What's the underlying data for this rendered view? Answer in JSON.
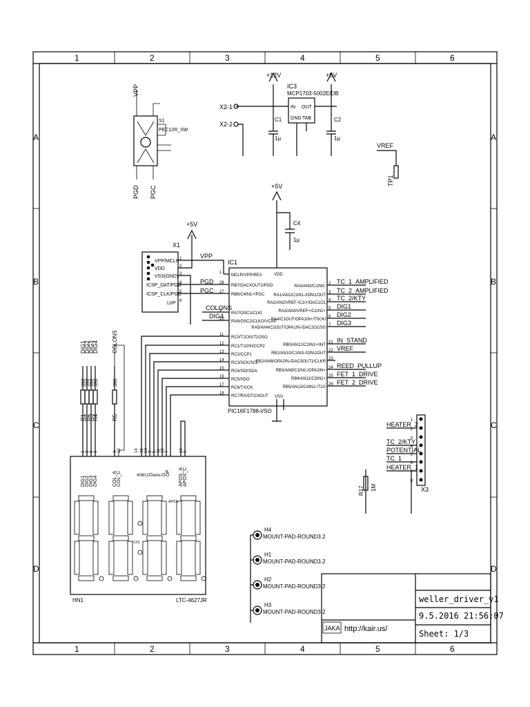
{
  "frame": {
    "col_labels": [
      "1",
      "2",
      "3",
      "4",
      "5",
      "6"
    ],
    "row_labels": [
      "A",
      "B",
      "C",
      "D"
    ]
  },
  "title_block": {
    "title": "weller_driver_v1",
    "datetime": "9.5.2016 21:56:07",
    "sheet": "Sheet: 1/3",
    "author": "JAKA",
    "url": "http://kair.us/"
  },
  "s1": {
    "ref": "S1",
    "value": "PEC12R_SW",
    "vpp": "VPP",
    "pgd": "PGD",
    "pgc": "PGC"
  },
  "ic3": {
    "ref": "IC3",
    "part": "MCP1703-5002E/DB",
    "pin_in": "IN",
    "pin_out": "OUT",
    "pin_gnd": "GND",
    "pin_tab": "TAB",
    "v_in": "+12V",
    "v_out": "+5V",
    "x2_1": "X2-1",
    "x2_2": "X2-2",
    "c1": "C1",
    "c1v": "1µ",
    "c2": "C2",
    "c2v": "1µ"
  },
  "tp1": {
    "ref": "TP1",
    "net": "VREF"
  },
  "c4": {
    "ref": "C4",
    "value": "1µ",
    "supply": "+5V"
  },
  "x1": {
    "ref": "X1",
    "supply": "+5V",
    "pins": [
      "VPP/MCLR",
      "VDD",
      "VSS(GND)",
      "ICSP_DAT/PGD",
      "ICSP_CLK/PGC",
      "LVP"
    ],
    "pin_nums": [
      "1",
      "2",
      "3",
      "4",
      "5",
      "6"
    ],
    "nets": [
      "VPP",
      "PGD",
      "PGC"
    ]
  },
  "ic1": {
    "ref": "IC1",
    "part": "PIC16F1788-I/SO",
    "vdd": "VDD",
    "vss": "VSS",
    "left_pins": [
      {
        "num": "1",
        "name": "MCLR/VPP/RE3"
      },
      {
        "num": "28",
        "name": "RB7/DACXOUT2/PGD"
      },
      {
        "num": "27",
        "name": "RB6/C4IN1+/PGC"
      },
      {
        "num": "9",
        "name": "RA7/OSC1/CLKI"
      },
      {
        "num": "10",
        "name": "RA6/OSC2/CLKO/VCAP"
      },
      {
        "num": "11",
        "name": "RC0/T1CKI/T1OSO"
      },
      {
        "num": "12",
        "name": "RC1/T1OSI/CCP2"
      },
      {
        "num": "13",
        "name": "RC2/CCP1"
      },
      {
        "num": "14",
        "name": "RC3/SCK/SCL"
      },
      {
        "num": "15",
        "name": "RC4/SDI/SDA"
      },
      {
        "num": "16",
        "name": "RC5/SDO"
      },
      {
        "num": "17",
        "name": "RC6/TX/CK"
      },
      {
        "num": "18",
        "name": "RC7/RX/DT/C4OUT"
      }
    ],
    "right_pins": [
      {
        "num": "2",
        "name": "RA0/AN0/C1IN0-",
        "net": "TC_1_AMPLIFIED"
      },
      {
        "num": "3",
        "name": "RA1/AN1/C1IN1-/OPA1OUT",
        "net": "TC_2_AMPLIFIED"
      },
      {
        "num": "4",
        "name": "RA2/AN2/VREF-/C1I+/DAC1O1",
        "net": "TC_2/KTY"
      },
      {
        "num": "5",
        "name": "RA3/AN3/VREF+/C1IN1+",
        "net": "DIG1"
      },
      {
        "num": "6",
        "name": "RA4/C1OUT/OPA1IN+/T0CKI",
        "net": "DIG2"
      },
      {
        "num": "7",
        "name": "RA5/AN4/C2OUT/OPA1IN-/DAC2O1/SS",
        "net": "DIG3"
      },
      {
        "num": "21",
        "name": "RB0/AN12/C2IN1+/INT",
        "net": "IN_STAND"
      },
      {
        "num": "22",
        "name": "RB1/AN10/C1IN3-/OPA2OUT",
        "net": "VREF"
      },
      {
        "num": "23",
        "name": "RB2/AN8/OPA2IN-/DAC3OUT1/CLKR",
        "net": ""
      },
      {
        "num": "24",
        "name": "RB3/AN9/C1IN2-/OPA2IN+",
        "net": "REED_PULLUP"
      },
      {
        "num": "25",
        "name": "RB4/AN11/C3IN1+",
        "net": "FET_1_DRIVE"
      },
      {
        "num": "26",
        "name": "RB5/AN13/C4IN2-/T1G",
        "net": "FET_2_DRIVE"
      }
    ],
    "nets_left": [
      "VPP",
      "PGD",
      "PGC",
      "COLONS",
      "DIG4"
    ],
    "pin_vdd": "8",
    "pin_vss_a": "8",
    "pin_vss_b": "19"
  },
  "resistors": {
    "names": [
      "R1",
      "R2",
      "R3",
      "R4"
    ],
    "values": [
      "390",
      "390",
      "390",
      "390"
    ],
    "nets": [
      "DIG1",
      "DIG2",
      "DIG3",
      "DIG4"
    ],
    "r5": "R5",
    "r5v": "390",
    "r5net": "COLONS"
  },
  "display": {
    "ref": "HN1",
    "part": "LTC-4627JR",
    "digit_pins": [
      "DIG1",
      "DIG2",
      "DIG3",
      "DIG4"
    ],
    "col_pins": [
      "COL_A",
      "COL_C"
    ],
    "seg_pins": [
      "A",
      "B",
      "C",
      "D",
      "E",
      "F",
      "G",
      "DP"
    ],
    "apos_pins": [
      "APOS_A",
      "APOS_C"
    ],
    "pin_nums": [
      "1",
      "2",
      "6",
      "8",
      "4",
      "12",
      "14",
      "16",
      "13",
      "3",
      "5",
      "11",
      "15",
      "7",
      "10",
      "9"
    ],
    "col_text": "COL",
    "apos_text": "APOS"
  },
  "x3": {
    "ref": "X3",
    "nets": [
      "HEATER_2",
      "TC_2/KTY",
      "POTENTIAL",
      "TC_1",
      "HEATER_1"
    ],
    "pins": [
      "1",
      "2",
      "3",
      "4",
      "5",
      "6",
      "7",
      "8"
    ],
    "r17": "R17",
    "r17v": "1M"
  },
  "mount": [
    {
      "ref": "H4",
      "part": "MOUNT-PAD-ROUND3.2"
    },
    {
      "ref": "H1",
      "part": "MOUNT-PAD-ROUND3.2"
    },
    {
      "ref": "H2",
      "part": "MOUNT-PAD-ROUND3.2"
    },
    {
      "ref": "H3",
      "part": "MOUNT-PAD-ROUND3.2"
    }
  ]
}
